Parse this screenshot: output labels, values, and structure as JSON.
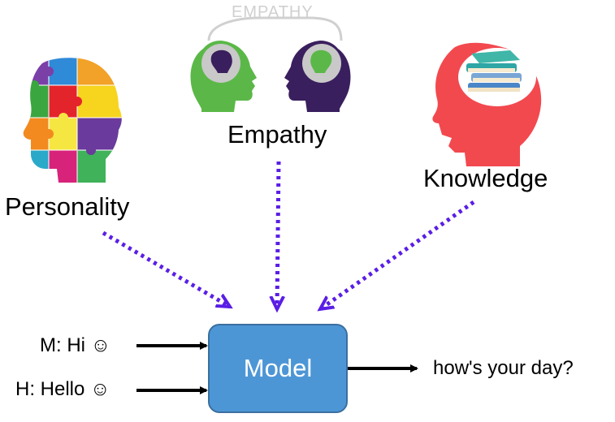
{
  "top_banner": "EMPATHY",
  "labels": {
    "personality": "Personality",
    "empathy": "Empathy",
    "knowledge": "Knowledge"
  },
  "model": {
    "label": "Model"
  },
  "dialogue": {
    "machine": "M: Hi ☺",
    "human": "H: Hello ☺",
    "output": "how's your day?"
  },
  "colors": {
    "arrow_dotted": "#5a1ee6",
    "model_fill": "#4d96d6",
    "empathy_green": "#5bb848",
    "empathy_purple": "#3a1f5e",
    "knowledge_red": "#f2494f"
  },
  "icons": [
    "puzzle-head-icon",
    "empathy-heads-icon",
    "books-head-icon"
  ]
}
